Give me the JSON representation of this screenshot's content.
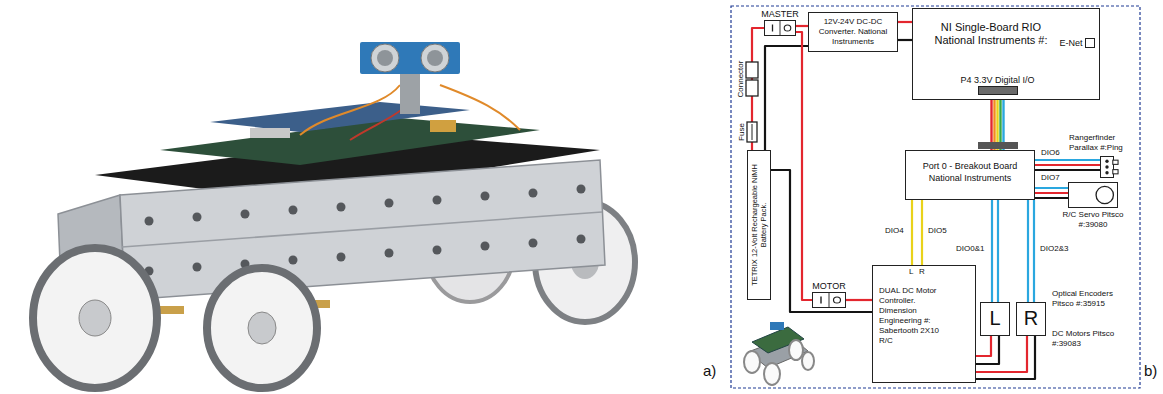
{
  "diagram": {
    "nodes": [
      {
        "text": [
          "MASTER"
        ]
      },
      {
        "text": [
          "12V-24V DC-DC Converter. National Instruments"
        ]
      },
      {
        "text": [
          "NI Single-Board RIO National Instruments #:"
        ]
      },
      {
        "text": [
          "E-Net"
        ],
        "in": 2
      },
      {
        "text": [
          "P4 3.3V Digital I/O"
        ],
        "in": 2
      },
      {
        "text": [
          "TETRIX 12-Volt Rechargeable NiMH Battery Pack."
        ]
      },
      {
        "text": [
          "Port 0 - Breakout Board National Instruments"
        ]
      },
      {
        "text": [
          "Rangerfinder Parallax #:Ping"
        ]
      },
      {
        "text": [
          "R/C Servo Pitsco #:39080"
        ]
      },
      {
        "text": [
          "MOTOR"
        ]
      },
      {
        "text": [
          "DUAL DC Motor Controller. Dimension Engineering #: Sabertooth 2X10 R/C"
        ]
      },
      {
        "text": [
          "L"
        ]
      },
      {
        "text": [
          "R"
        ]
      }
    ],
    "edges": [
      {
        "from": 5,
        "to": 0,
        "arrow": "none"
      },
      {
        "from": 0,
        "to": 1,
        "arrow": "none"
      },
      {
        "from": 5,
        "to": 1,
        "arrow": "none"
      },
      {
        "from": 1,
        "to": 2,
        "arrow": "none"
      },
      {
        "from": 4,
        "to": 6,
        "arrow": "none"
      },
      {
        "from": 0,
        "to": 9,
        "arrow": "none"
      },
      {
        "from": 9,
        "to": 10,
        "arrow": "none"
      },
      {
        "from": 5,
        "to": 10,
        "arrow": "none"
      },
      {
        "from": 6,
        "to": 7,
        "label": "DIO6",
        "arrow": "none"
      },
      {
        "from": 6,
        "to": 8,
        "label": "DIO7",
        "arrow": "none"
      },
      {
        "from": 6,
        "to": 10,
        "label": "DIO4",
        "arrow": "none"
      },
      {
        "from": 6,
        "to": 10,
        "label": "DIO5",
        "arrow": "none"
      },
      {
        "from": 6,
        "to": 11,
        "label": "DIO0&1",
        "arrow": "none"
      },
      {
        "from": 6,
        "to": 12,
        "label": "DIO2&3",
        "arrow": "none"
      },
      {
        "from": 10,
        "to": 11,
        "arrow": "none"
      },
      {
        "from": 10,
        "to": 12,
        "arrow": "none"
      }
    ],
    "labels": [
      "Connector",
      "Fuse",
      "L",
      "R",
      "Optical Encoders Pitsco #:35915",
      "DC Motors Pitsco #:39083",
      "a)",
      "b)"
    ]
  }
}
